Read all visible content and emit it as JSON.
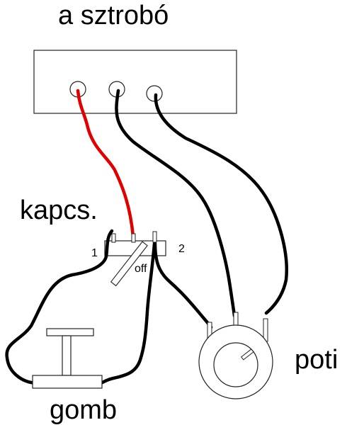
{
  "labels": {
    "strobe": "a sztrobó",
    "switch": "kapcs.",
    "switch_pin_1": "1",
    "switch_pin_2": "2",
    "switch_off": "off",
    "pot": "poti",
    "button": "gomb"
  },
  "colors": {
    "wire_main": "#000000",
    "wire_signal": "#e00000",
    "outline": "#222222"
  }
}
